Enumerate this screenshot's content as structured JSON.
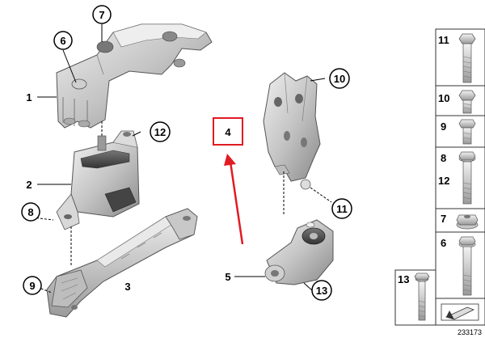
{
  "callouts": {
    "c1": "1",
    "c2": "2",
    "c3": "3",
    "c4": "4",
    "c5": "5",
    "c6": "6",
    "c7": "7",
    "c8": "8",
    "c9": "9",
    "c10": "10",
    "c11": "11",
    "c12": "12",
    "c13": "13"
  },
  "legend_panel": {
    "rows": [
      "11",
      "10",
      "9",
      "8",
      "12",
      "7",
      "6"
    ],
    "bottom_item": "13"
  },
  "diagram_ref": "233173",
  "colors": {
    "part_fill": "#c9c9c9",
    "part_light": "#e6e6e6",
    "part_dark": "#7e7e7e",
    "highlight": "#e11b22"
  }
}
